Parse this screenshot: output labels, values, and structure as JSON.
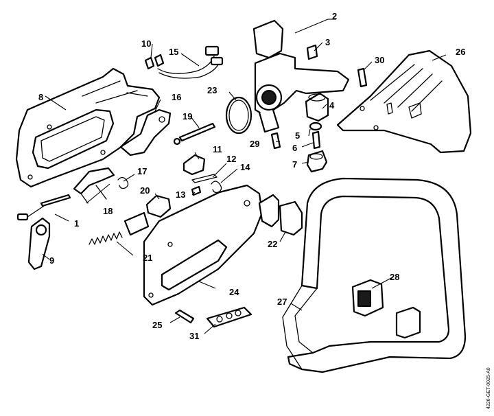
{
  "callouts": {
    "c1": "1",
    "c2": "2",
    "c3": "3",
    "c4": "4",
    "c5": "5",
    "c6": "6",
    "c7": "7",
    "c8": "8",
    "c9": "9",
    "c10": "10",
    "c11": "11",
    "c12": "12",
    "c13": "13",
    "c14": "14",
    "c15": "15",
    "c16": "16",
    "c17": "17",
    "c18": "18",
    "c19": "19",
    "c20": "20",
    "c21": "21",
    "c22": "22",
    "c23": "23",
    "c24": "24",
    "c25": "25",
    "c26": "26",
    "c27": "27",
    "c28": "28",
    "c29": "29",
    "c30": "30",
    "c31": "31"
  },
  "drawing_code": "4226-GET-0025-A0"
}
